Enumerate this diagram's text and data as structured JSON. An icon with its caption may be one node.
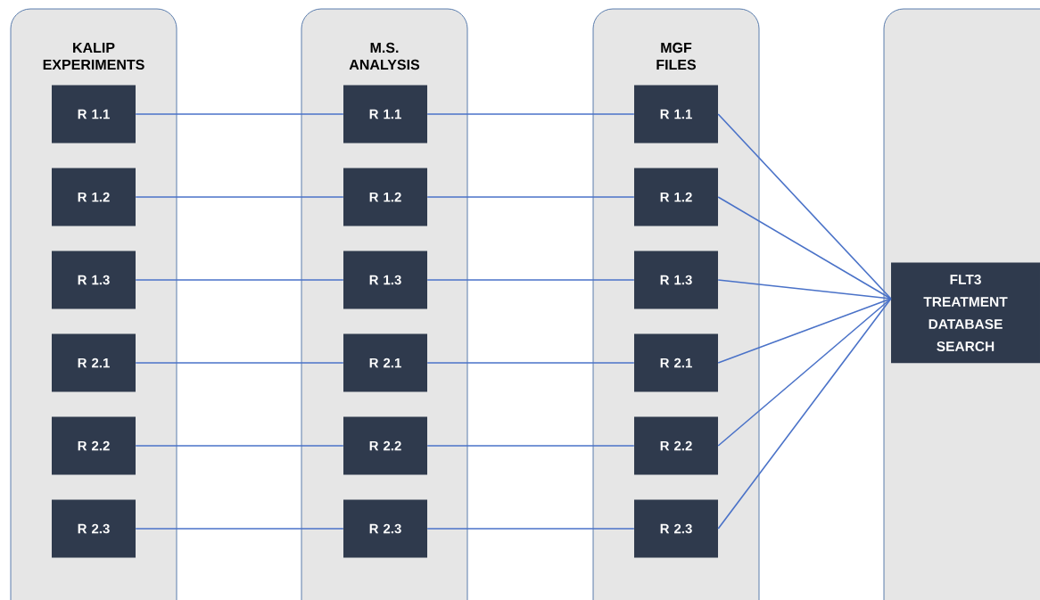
{
  "diagram": {
    "nodes": [
      {
        "text": [
          "KALIP EXPERIMENTS"
        ]
      },
      {
        "text": [
          "R 1.1"
        ],
        "in": 0
      },
      {
        "text": [
          "R 1.2"
        ],
        "in": 0
      },
      {
        "text": [
          "R 1.3"
        ],
        "in": 0
      },
      {
        "text": [
          "R 2.1"
        ],
        "in": 0
      },
      {
        "text": [
          "R 2.2"
        ],
        "in": 0
      },
      {
        "text": [
          "R 2.3"
        ],
        "in": 0
      },
      {
        "text": [
          "M.S. ANALYSIS"
        ]
      },
      {
        "text": [
          "R 1.1"
        ],
        "in": 7
      },
      {
        "text": [
          "R 1.2"
        ],
        "in": 7
      },
      {
        "text": [
          "R 1.3"
        ],
        "in": 7
      },
      {
        "text": [
          "R 2.1"
        ],
        "in": 7
      },
      {
        "text": [
          "R 2.2"
        ],
        "in": 7
      },
      {
        "text": [
          "R 2.3"
        ],
        "in": 7
      },
      {
        "text": [
          "MGF FILES"
        ]
      },
      {
        "text": [
          "R 1.1"
        ],
        "in": 14
      },
      {
        "text": [
          "R 1.2"
        ],
        "in": 14
      },
      {
        "text": [
          "R 1.3"
        ],
        "in": 14
      },
      {
        "text": [
          "R 2.1"
        ],
        "in": 14
      },
      {
        "text": [
          "R 2.2"
        ],
        "in": 14
      },
      {
        "text": [
          "R 2.3"
        ],
        "in": 14
      },
      {
        "text": [],
        "shape": "box"
      },
      {
        "text": [
          "FLT3 TREATMENT DATABASE SEARCH"
        ],
        "in": 21
      }
    ],
    "edges": [
      {
        "from": 1,
        "to": 8,
        "arrow": "none"
      },
      {
        "from": 2,
        "to": 9,
        "arrow": "none"
      },
      {
        "from": 3,
        "to": 10,
        "arrow": "none"
      },
      {
        "from": 4,
        "to": 11,
        "arrow": "none"
      },
      {
        "from": 5,
        "to": 12,
        "arrow": "none"
      },
      {
        "from": 6,
        "to": 13,
        "arrow": "none"
      },
      {
        "from": 8,
        "to": 15,
        "arrow": "none"
      },
      {
        "from": 9,
        "to": 16,
        "arrow": "none"
      },
      {
        "from": 10,
        "to": 17,
        "arrow": "none"
      },
      {
        "from": 11,
        "to": 18,
        "arrow": "none"
      },
      {
        "from": 12,
        "to": 19,
        "arrow": "none"
      },
      {
        "from": 13,
        "to": 20,
        "arrow": "none"
      },
      {
        "from": 15,
        "to": 22,
        "arrow": "none"
      },
      {
        "from": 16,
        "to": 22,
        "arrow": "none"
      },
      {
        "from": 17,
        "to": 22,
        "arrow": "none"
      },
      {
        "from": 18,
        "to": 22,
        "arrow": "none"
      },
      {
        "from": 19,
        "to": 22,
        "arrow": "none"
      },
      {
        "from": 20,
        "to": 22,
        "arrow": "none"
      }
    ]
  }
}
